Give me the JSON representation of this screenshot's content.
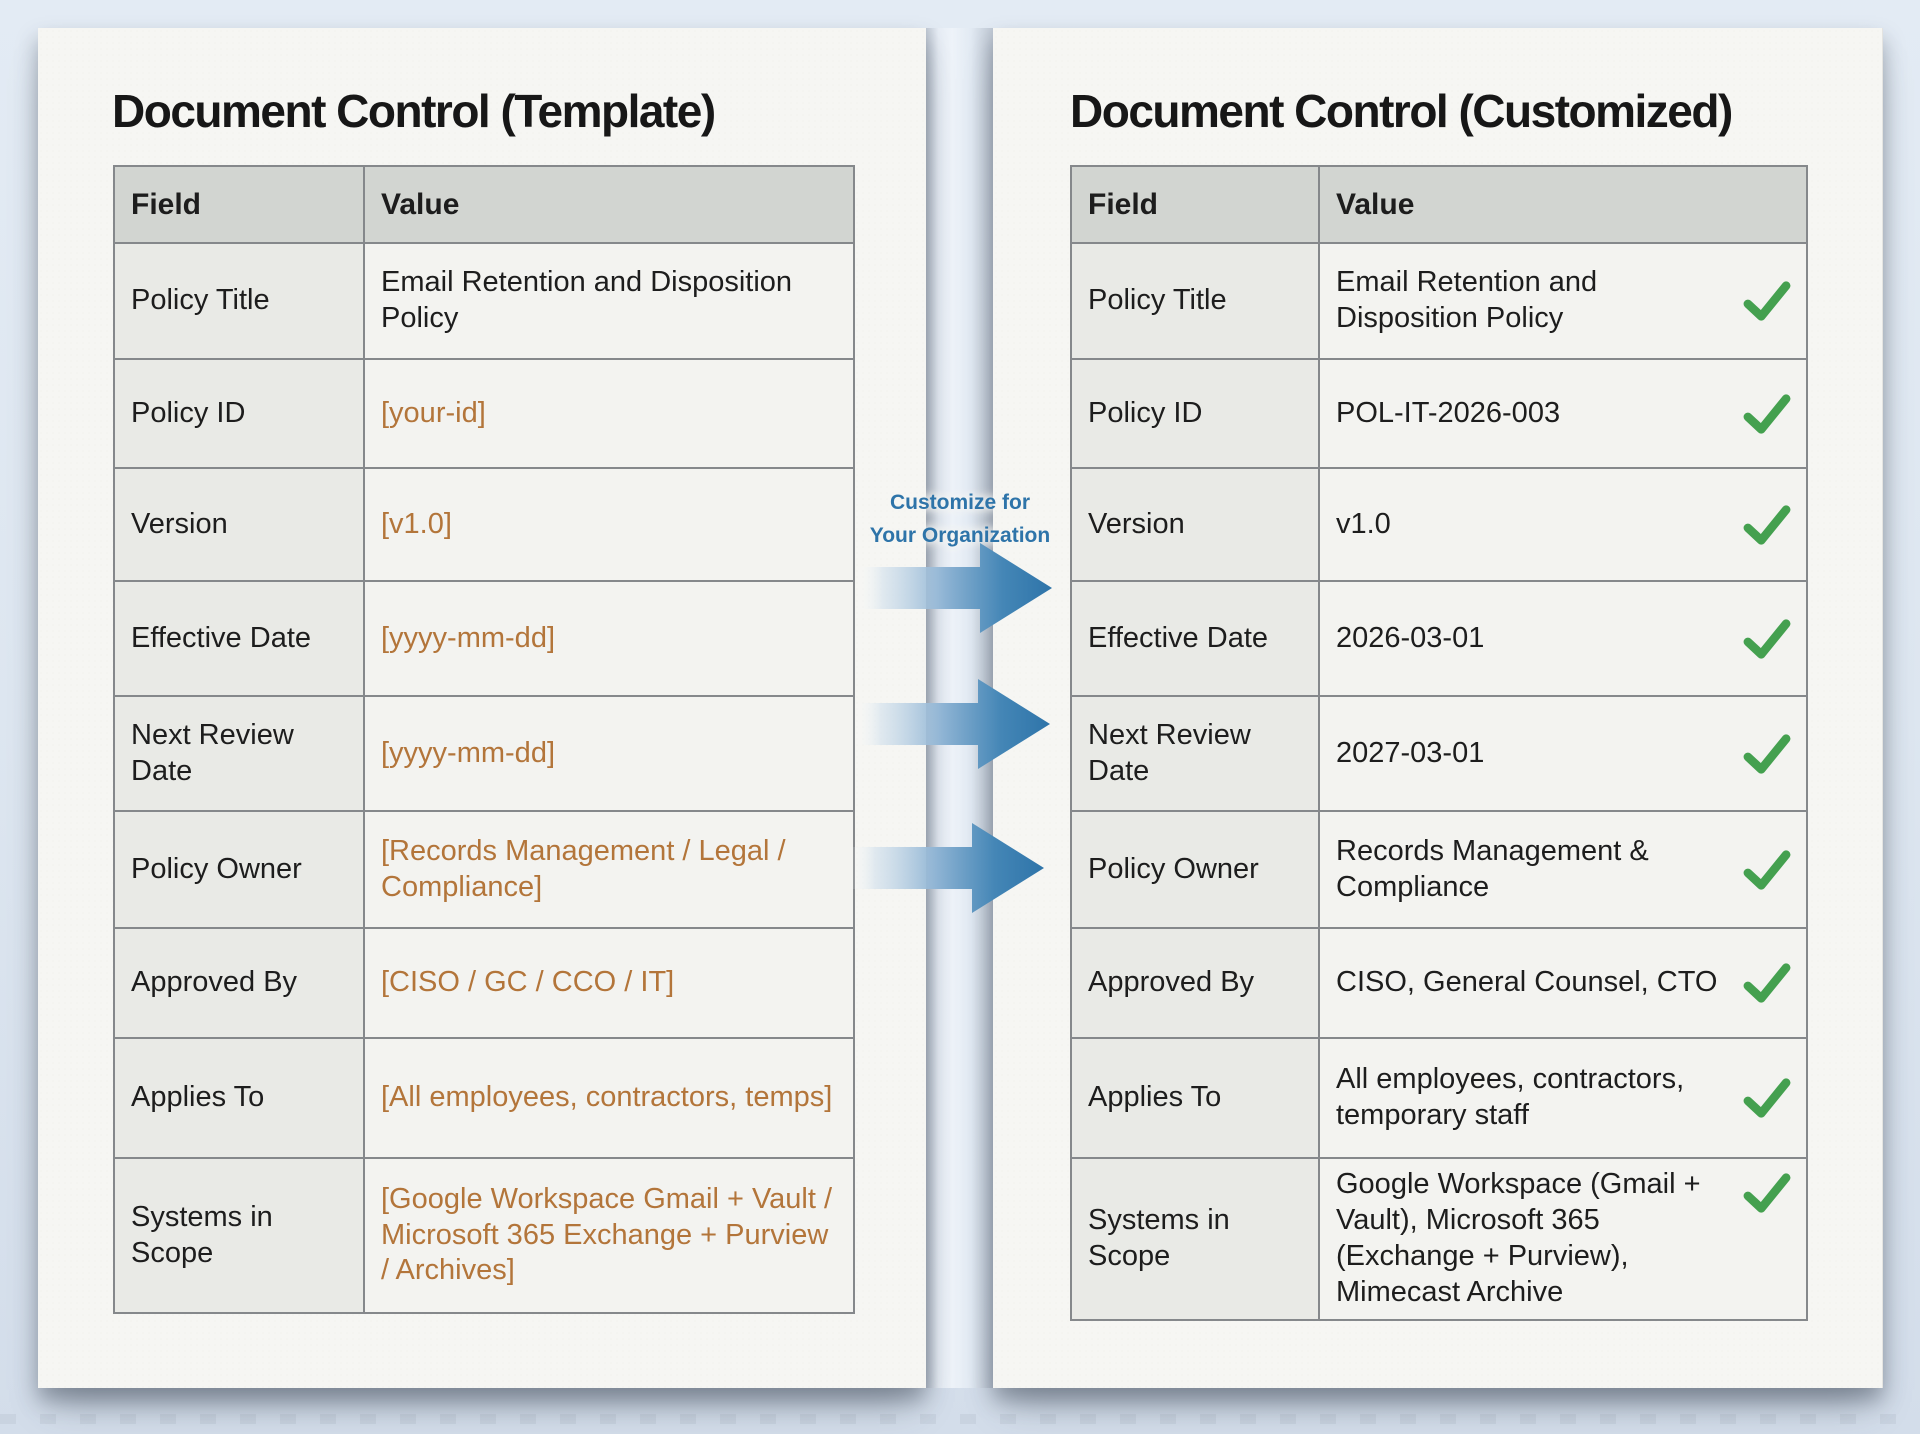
{
  "left_panel": {
    "title": "Document Control (Template)",
    "columns": [
      "Field",
      "Value"
    ],
    "rows": [
      {
        "field": "Policy Title",
        "value": "Email Retention and Disposition Policy",
        "placeholder": false
      },
      {
        "field": "Policy ID",
        "value": "[your-id]",
        "placeholder": true
      },
      {
        "field": "Version",
        "value": "[v1.0]",
        "placeholder": true
      },
      {
        "field": "Effective Date",
        "value": "[yyyy-mm-dd]",
        "placeholder": true
      },
      {
        "field": "Next Review Date",
        "value": "[yyyy-mm-dd]",
        "placeholder": true
      },
      {
        "field": "Policy Owner",
        "value": "[Records Management / Legal / Compliance]",
        "placeholder": true
      },
      {
        "field": "Approved By",
        "value": "[CISO / GC / CCO / IT]",
        "placeholder": true
      },
      {
        "field": "Applies To",
        "value": "[All employees, contractors, temps]",
        "placeholder": true
      },
      {
        "field": "Systems in Scope",
        "value": "[Google Workspace Gmail + Vault / Microsoft 365 Exchange + Purview / Archives]",
        "placeholder": true
      }
    ]
  },
  "middle": {
    "label": [
      "Customize for",
      "Your Organization"
    ]
  },
  "right_panel": {
    "title": "Document Control (Customized)",
    "columns": [
      "Field",
      "Value"
    ],
    "rows": [
      {
        "field": "Policy Title",
        "value": "Email Retention and Disposition Policy",
        "checked": true
      },
      {
        "field": "Policy ID",
        "value": "POL-IT-2026-003",
        "checked": true
      },
      {
        "field": "Version",
        "value": "v1.0",
        "checked": true
      },
      {
        "field": "Effective Date",
        "value": "2026-03-01",
        "checked": true
      },
      {
        "field": "Next Review Date",
        "value": "2027-03-01",
        "checked": true
      },
      {
        "field": "Policy Owner",
        "value": "Records Management & Compliance",
        "checked": true
      },
      {
        "field": "Approved By",
        "value": "CISO, General Counsel, CTO",
        "checked": true
      },
      {
        "field": "Applies To",
        "value": "All employees, contractors, temporary staff",
        "checked": true
      },
      {
        "field": "Systems in Scope",
        "value": "Google Workspace (Gmail + Vault), Microsoft 365 (Exchange + Purview), Mimecast Archive",
        "checked": true
      }
    ]
  },
  "colors": {
    "accent_blue": "#2e74a9",
    "placeholder_orange": "#b3753a",
    "check_green": "#44a04f",
    "header_gray": "#d2d5d1",
    "paper": "#f6f6f3",
    "background": "#dde6f0",
    "border_gray": "#85888b"
  }
}
